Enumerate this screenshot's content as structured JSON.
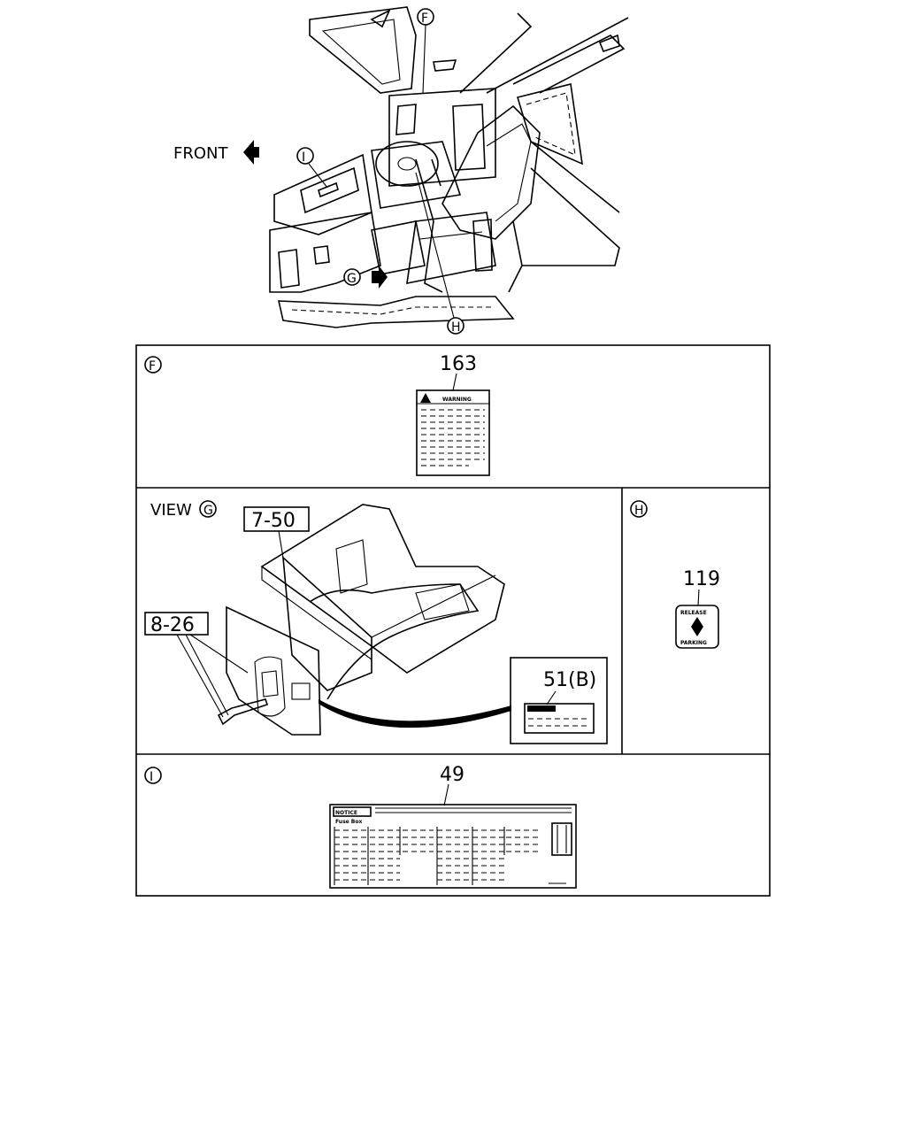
{
  "overview": {
    "front_label": "FRONT",
    "callouts": {
      "f": "F",
      "g": "G",
      "h": "H",
      "i": "I"
    }
  },
  "panel_f": {
    "marker": "F",
    "part_number": "163",
    "label_title": "WARNING"
  },
  "panel_g": {
    "view_word": "VIEW",
    "marker": "G",
    "part_ref_a": "7-50",
    "part_ref_b": "8-26",
    "inset_part": "51(B)"
  },
  "panel_h": {
    "marker": "H",
    "part_number": "119",
    "label_top": "RELEASE",
    "label_bottom": "PARKING"
  },
  "panel_i": {
    "marker": "I",
    "part_number": "49",
    "label_title": "NOTICE",
    "label_sub": "Fuse Box"
  },
  "icons": {
    "front_arrow": "arrow-left-icon",
    "view_arrow": "arrow-right-icon",
    "warning": "warning-triangle-icon",
    "parking": "diamond-icon"
  }
}
